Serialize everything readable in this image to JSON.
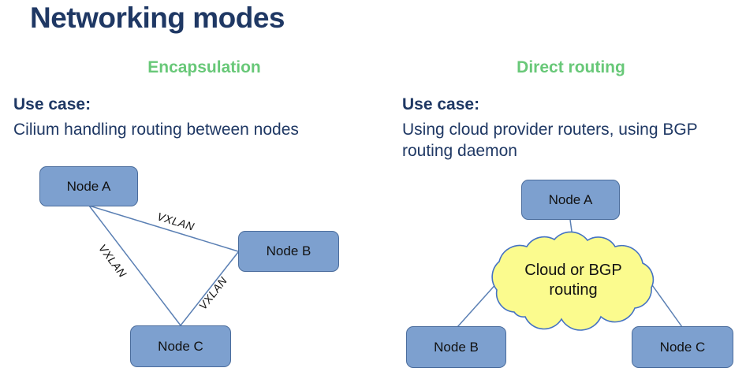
{
  "page": {
    "title": "Networking modes"
  },
  "colors": {
    "title_navy": "#1F3864",
    "heading_green": "#68C878",
    "node_fill": "#7DA0CF",
    "node_border": "#4A6C9C",
    "connector_blue": "#5B80B4",
    "cloud_fill": "#FBFB8E",
    "cloud_border": "#4472C4"
  },
  "sections": {
    "left": {
      "heading": "Encapsulation",
      "use_case_label": "Use case:",
      "use_case_text": "Cilium handling routing between nodes",
      "nodes": [
        {
          "label": "Node A"
        },
        {
          "label": "Node B"
        },
        {
          "label": "Node C"
        }
      ],
      "edge_labels": [
        {
          "label": "VXLAN"
        },
        {
          "label": "VXLAN"
        },
        {
          "label": "VXLAN"
        }
      ]
    },
    "right": {
      "heading": "Direct routing",
      "use_case_label": "Use case:",
      "use_case_text": "Using cloud provider routers, using BGP routing daemon",
      "nodes": [
        {
          "label": "Node A"
        },
        {
          "label": "Node B"
        },
        {
          "label": "Node C"
        }
      ],
      "cloud_label": "Cloud or BGP routing"
    }
  }
}
